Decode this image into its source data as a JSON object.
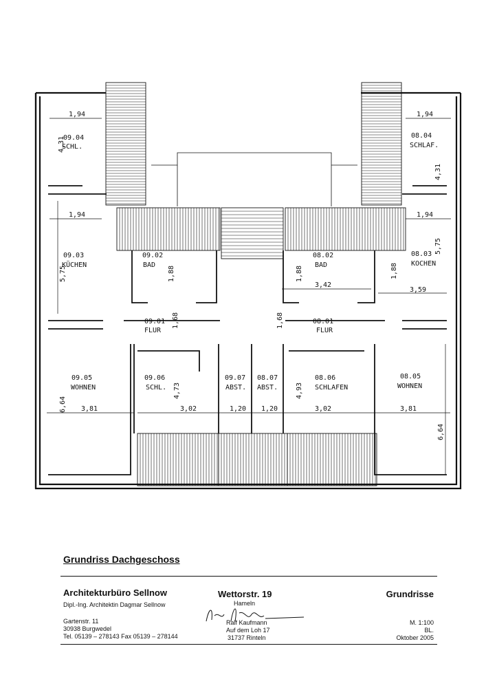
{
  "plan": {
    "rooms_left": [
      {
        "id": "09.04",
        "name": "SCHL."
      },
      {
        "id": "09.03",
        "name": "KÜCHEN"
      },
      {
        "id": "09.02",
        "name": "BAD"
      },
      {
        "id": "09.01",
        "name": "FLUR"
      },
      {
        "id": "09.05",
        "name": "WOHNEN"
      },
      {
        "id": "09.06",
        "name": "SCHL."
      },
      {
        "id": "09.07",
        "name": "ABST."
      }
    ],
    "rooms_right": [
      {
        "id": "08.07",
        "name": "ABST."
      },
      {
        "id": "08.06",
        "name": "SCHLAFEN"
      },
      {
        "id": "08.05",
        "name": "WOHNEN"
      },
      {
        "id": "08.04",
        "name": "SCHLAF."
      },
      {
        "id": "08.03",
        "name": "KOCHEN"
      },
      {
        "id": "08.02",
        "name": "BAD"
      },
      {
        "id": "08.01",
        "name": "FLUR"
      }
    ],
    "dimensions": {
      "d194a": "1,94",
      "d431a": "4,31",
      "d194b": "1,94",
      "d575a": "5,75",
      "d188a": "1,88",
      "d168a": "1,68",
      "d664a": "6,64",
      "d381a": "3,81",
      "d473": "4,73",
      "d302a": "3,02",
      "d120a": "1,20",
      "d120b": "1,20",
      "d302b": "3,02",
      "d493": "4,93",
      "d381b": "3,81",
      "d664b": "6,64",
      "d194c": "1,94",
      "d431b": "4,31",
      "d194d": "1,94",
      "d575b": "5,75",
      "d188b": "1,88",
      "d188c": "1,88",
      "d342": "3,42",
      "d359": "3,59",
      "d168b": "1,68"
    }
  },
  "title_block": {
    "drawing_title": "Grundriss Dachgeschoss",
    "office": "Architekturbüro Sellnow",
    "architect": "Dipl.-Ing. Architektin Dagmar Sellnow",
    "street": "Gartenstr. 11",
    "city": "30938 Burgwedel",
    "phone": "Tel. 05139 – 278143  Fax  05139 – 278144",
    "project_address": "Wettorstr. 19",
    "project_city": "Hameln",
    "client": "Ralf Kaufmann",
    "client_street": "Auf dem Loh 17",
    "client_city": "31737 Rinteln",
    "sheet_type": "Grundrisse",
    "scale": "M. 1:100",
    "sheet_no": "BL.",
    "date": "Oktober 2005"
  }
}
